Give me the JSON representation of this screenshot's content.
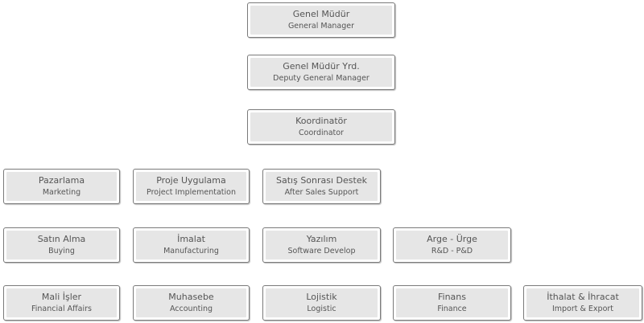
{
  "chart": {
    "top": [
      {
        "tr": "Genel Müdür",
        "en": "General Manager"
      },
      {
        "tr": "Genel Müdür Yrd.",
        "en": "Deputy General Manager"
      },
      {
        "tr": "Koordinatör",
        "en": "Coordinator"
      }
    ],
    "row1": [
      {
        "tr": "Pazarlama",
        "en": "Marketing"
      },
      {
        "tr": "Proje Uygulama",
        "en": "Project Implementation"
      },
      {
        "tr": "Satış Sonrası Destek",
        "en": "After Sales Support"
      }
    ],
    "row2": [
      {
        "tr": "Satın Alma",
        "en": "Buying"
      },
      {
        "tr": "İmalat",
        "en": "Manufacturing"
      },
      {
        "tr": "Yazılım",
        "en": "Software Develop"
      },
      {
        "tr": "Arge - Ürge",
        "en": "R&D - P&D"
      }
    ],
    "row3": [
      {
        "tr": "Mali İşler",
        "en": "Financial Affairs"
      },
      {
        "tr": "Muhasebe",
        "en": "Accounting"
      },
      {
        "tr": "Lojistik",
        "en": "Logistic"
      },
      {
        "tr": "Finans",
        "en": "Finance"
      },
      {
        "tr": "İthalat & İhracat",
        "en": "Import & Export"
      }
    ]
  }
}
